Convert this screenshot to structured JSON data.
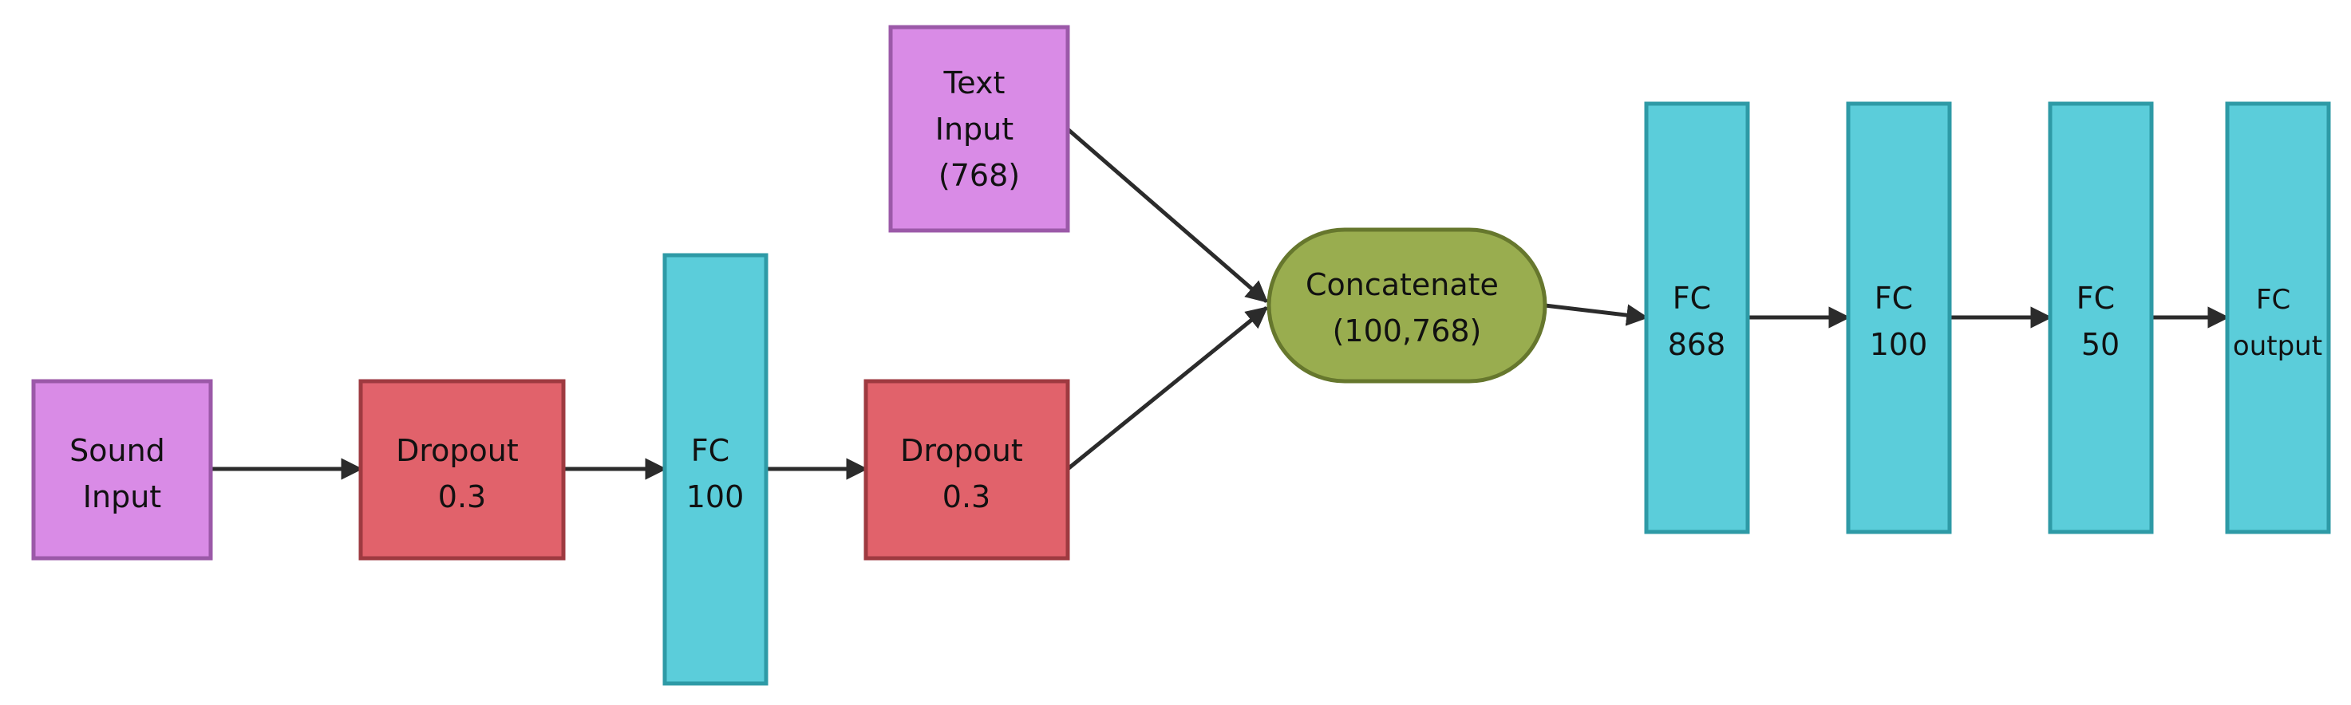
{
  "diagram": {
    "nodes": {
      "sound_input": {
        "lines": [
          "Sound",
          "Input"
        ]
      },
      "dropout_1": {
        "lines": [
          "Dropout",
          "0.3"
        ]
      },
      "fc_100_a": {
        "lines": [
          "FC",
          "100"
        ]
      },
      "dropout_2": {
        "lines": [
          "Dropout",
          "0.3"
        ]
      },
      "text_input": {
        "lines": [
          "Text",
          "Input",
          "(768)"
        ]
      },
      "concatenate": {
        "lines": [
          "Concatenate",
          "(100,768)"
        ]
      },
      "fc_868": {
        "lines": [
          "FC",
          "868"
        ]
      },
      "fc_100_b": {
        "lines": [
          "FC",
          "100"
        ]
      },
      "fc_50": {
        "lines": [
          "FC",
          "50"
        ]
      },
      "fc_output": {
        "lines": [
          "FC",
          "output"
        ]
      }
    },
    "edges": [
      {
        "from": "sound_input",
        "to": "dropout_1"
      },
      {
        "from": "dropout_1",
        "to": "fc_100_a"
      },
      {
        "from": "fc_100_a",
        "to": "dropout_2"
      },
      {
        "from": "dropout_2",
        "to": "concatenate"
      },
      {
        "from": "text_input",
        "to": "concatenate"
      },
      {
        "from": "concatenate",
        "to": "fc_868"
      },
      {
        "from": "fc_868",
        "to": "fc_100_b"
      },
      {
        "from": "fc_100_b",
        "to": "fc_50"
      },
      {
        "from": "fc_50",
        "to": "fc_output"
      }
    ],
    "colors": {
      "input_fill": "#d98be6",
      "input_stroke": "#9b59a8",
      "dropout_fill": "#e1626b",
      "dropout_stroke": "#9e3a40",
      "fc_fill": "#5bcdda",
      "fc_stroke": "#2e9aa6",
      "concat_fill": "#99ad4f",
      "concat_stroke": "#66772d",
      "edge": "#2b2b2b"
    }
  }
}
